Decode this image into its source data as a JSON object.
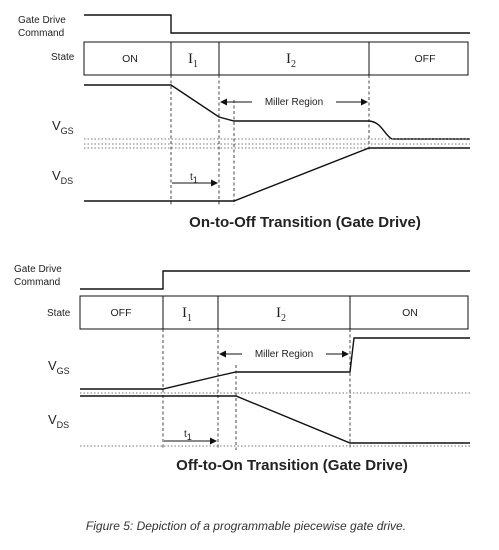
{
  "labels": {
    "gate_drive": "Gate Drive",
    "command": "Command",
    "state": "State",
    "vgs_main": "V",
    "vgs_sub": "GS",
    "vds_main": "V",
    "vds_sub": "DS",
    "miller": "Miller Region",
    "i_main": "I",
    "i1_sub": "1",
    "i2_sub": "2",
    "t_main": "t",
    "t_sub": "1"
  },
  "top": {
    "title": "On-to-Off Transition (Gate Drive)",
    "state_first": "ON",
    "state_last": "OFF"
  },
  "bottom": {
    "title": "Off-to-On Transition (Gate Drive)",
    "state_first": "OFF",
    "state_last": "ON"
  },
  "caption": "Figure 5: Depiction of a programmable piecewise gate drive."
}
